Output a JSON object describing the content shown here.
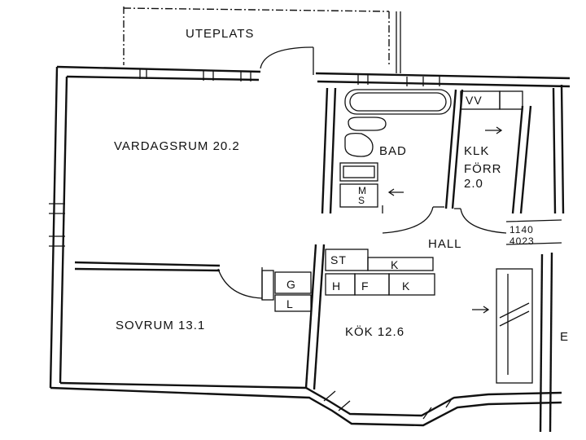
{
  "rooms": {
    "uteplats": "UTEPLATS",
    "vardagsrum": "VARDAGSRUM 20.2",
    "bad": "BAD",
    "vv": "VV",
    "klk_line1": "KLK",
    "klk_line2": "FÖRR",
    "klk_line3": "2.0",
    "hall": "HALL",
    "sovrum": "SOVRUM 13.1",
    "kok": "KÖK 12.6",
    "partial_right": "E"
  },
  "fixtures": {
    "st": "ST",
    "k_upper": "K",
    "g": "G",
    "h": "H",
    "f": "F",
    "k_lower": "K",
    "l": "L",
    "ms_m": "M",
    "ms_s": "S"
  },
  "annotations": {
    "dim_top": "1140",
    "dim_bottom": "4023"
  }
}
